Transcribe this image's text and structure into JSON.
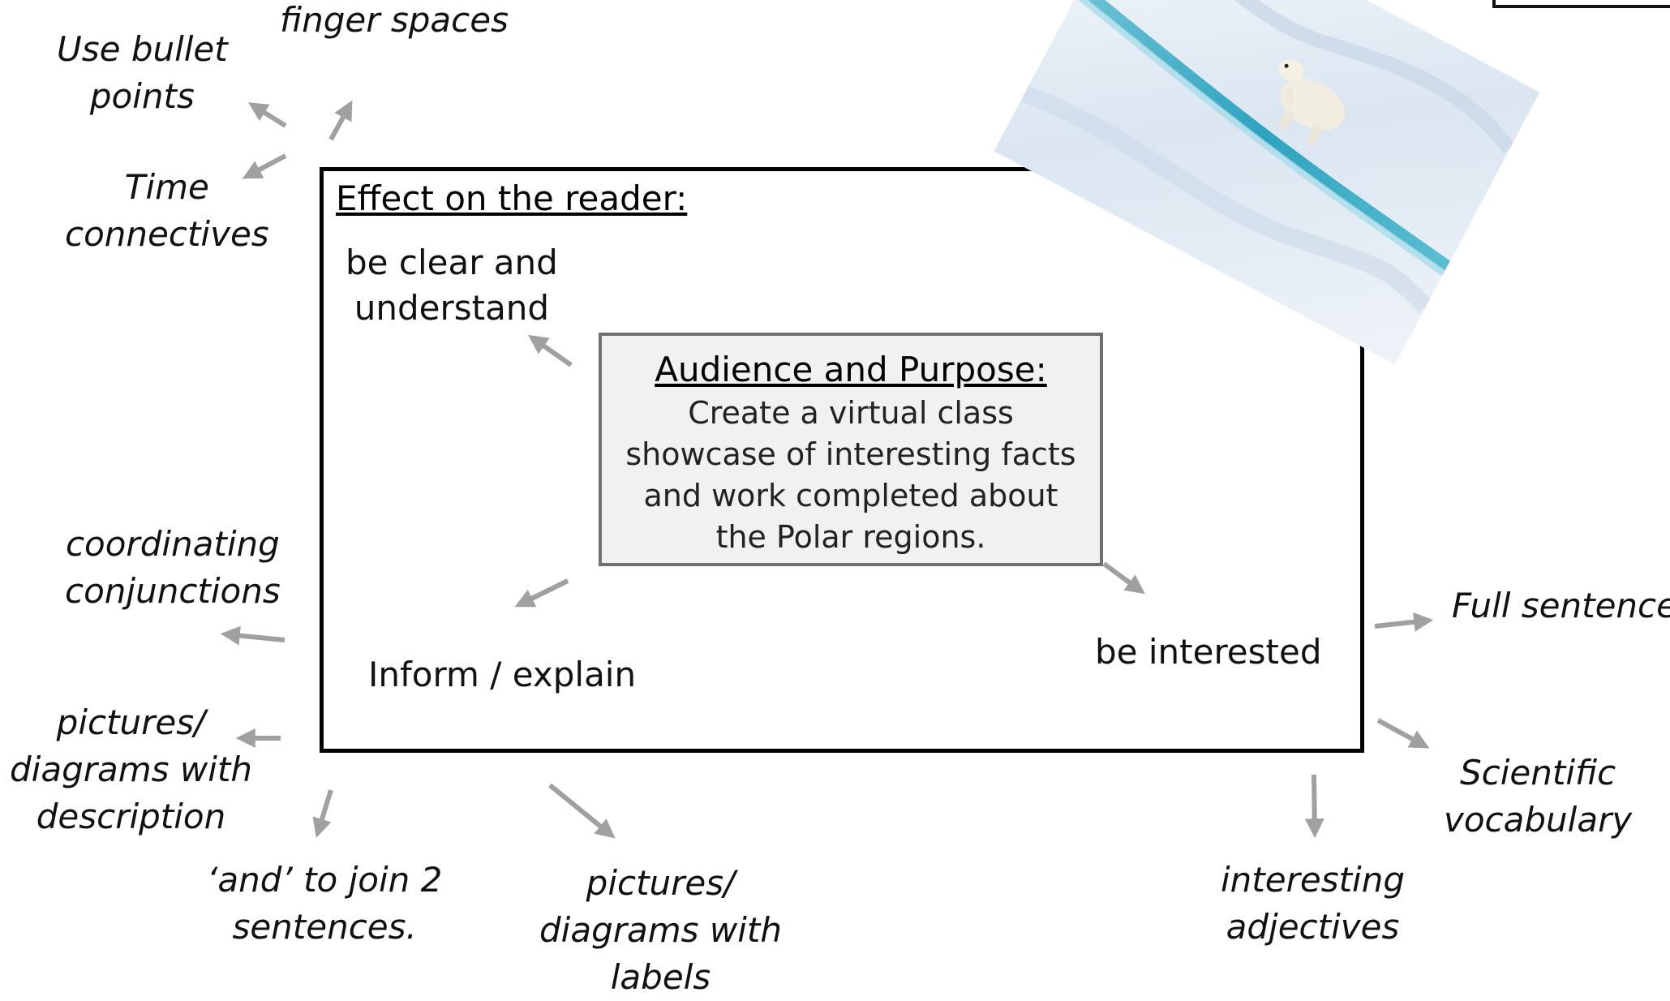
{
  "labels": {
    "finger_spaces": "finger spaces",
    "bullet_points": [
      "Use bullet",
      "points"
    ],
    "time_connectives": [
      "Time",
      "connectives"
    ],
    "coordinating_conjunctions": [
      "coordinating",
      "conjunctions"
    ],
    "pictures_description": [
      "pictures/",
      "diagrams with",
      "description"
    ],
    "and_join": [
      "‘and’ to join 2",
      "sentences."
    ],
    "pictures_labels": [
      "pictures/",
      "diagrams with",
      "labels"
    ],
    "interesting_adjectives": [
      "interesting",
      "adjectives"
    ],
    "full_sentence": "Full sentence",
    "scientific_vocabulary": [
      "Scientific",
      "vocabulary"
    ]
  },
  "effect": {
    "title": "Effect on the reader:",
    "clear": [
      "be clear and",
      "understand"
    ],
    "inform": "Inform / explain",
    "interested": "be interested"
  },
  "center": {
    "title": "Audience and Purpose:",
    "body": "Create a virtual class showcase of interesting facts and work completed about the Polar regions."
  },
  "colors": {
    "arrow": "#a0a0a0",
    "box_border": "#000000",
    "center_fill": "#f1f1f1",
    "center_border": "#707070"
  },
  "image": {
    "subject": "polar-bear-on-ice-photo"
  }
}
